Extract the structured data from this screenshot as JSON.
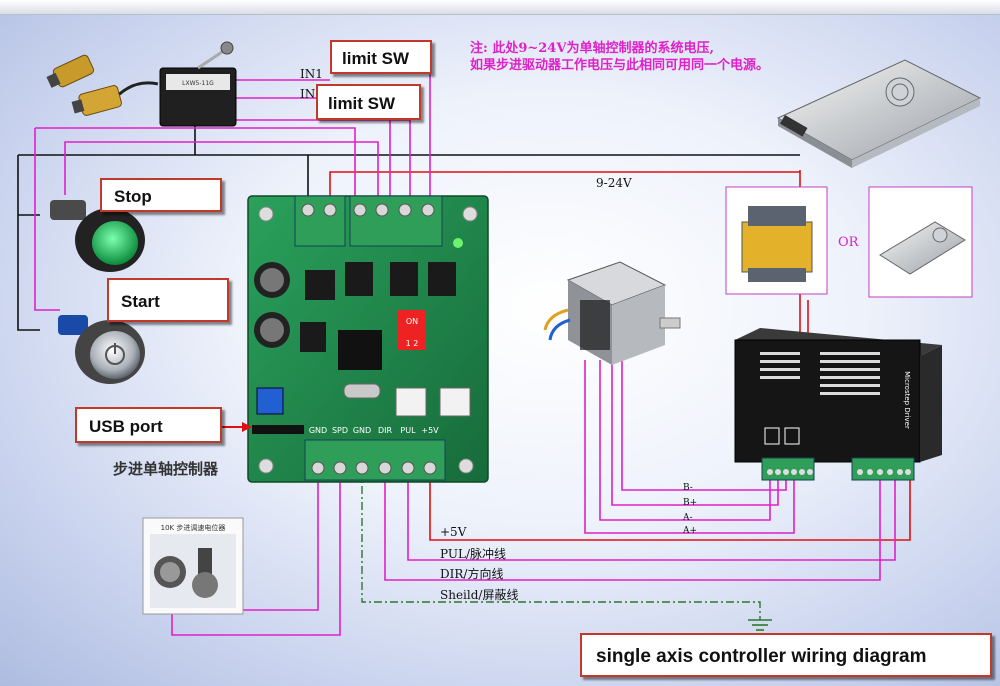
{
  "callouts": {
    "limit_sw_1": "limit SW",
    "limit_sw_2": "limit SW",
    "stop": "Stop",
    "start": "Start",
    "usb_port": "USB port"
  },
  "notes": {
    "line1": "注: 此处9~24V为单轴控制器的系统电压,",
    "line2": "如果步进驱动器工作电压与此相同可用同一个电源。"
  },
  "labels": {
    "in1": "IN1",
    "in2": "IN",
    "supply": "9-24V",
    "or": "OR",
    "board_name": "步进单轴控制器",
    "pot_caption": "10K 步进调速电位器",
    "plus5v": "+5V",
    "pul": "PUL/脉冲线",
    "dir": "DIR/方向线",
    "shield": "Sheild/屏蔽线",
    "b_minus": "B-",
    "b_plus": "B+",
    "a_minus": "A-",
    "a_plus": "A+",
    "dip_on": "ON",
    "dip_nums": "1 2",
    "driver_name": "Microstep Driver",
    "terminal_labels": [
      "GND",
      "SPD",
      "GND",
      "DIR",
      "PUL",
      "+5V"
    ]
  },
  "title": "single axis controller wiring diagram",
  "colors": {
    "wire_magenta": "#e020c8",
    "wire_red": "#e01010",
    "wire_black": "#111111",
    "wire_ground": "#2a7a2a",
    "board_green": "#1f8a4c",
    "callout_border": "#c0392b"
  }
}
